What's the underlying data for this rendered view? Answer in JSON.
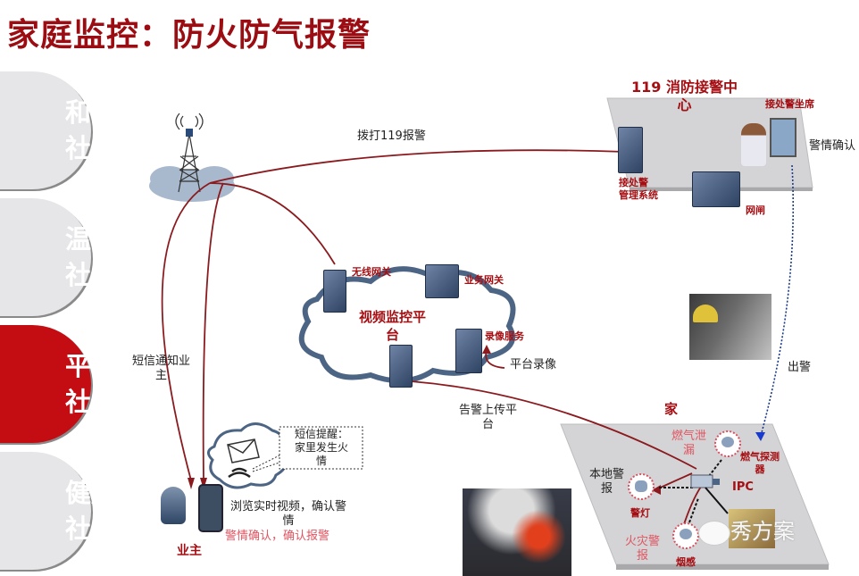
{
  "title": "家庭监控：防火防气报警",
  "sidebar": {
    "tabs": [
      {
        "label_line1": "和谐",
        "label_line2": "社区",
        "active": false
      },
      {
        "label_line1": "温情",
        "label_line2": "社区",
        "active": false
      },
      {
        "label_line1": "平安",
        "label_line2": "社区",
        "active": true
      },
      {
        "label_line1": "健康",
        "label_line2": "社区",
        "active": false
      }
    ]
  },
  "colors": {
    "brand_red": "#9b0d12",
    "active_tab": "#c40d12",
    "inactive_tab": "#e6e6e8",
    "arrow": "#8b1a1f",
    "dotted": "#1a3a8c"
  },
  "fire_center": {
    "title_line1": "119 消防接警中",
    "title_line2": "心",
    "seat": "接处警坐席",
    "mgmt_line1": "接处警",
    "mgmt_line2": "管理系统",
    "gateway": "网闸",
    "confirm": "警情确认"
  },
  "platform": {
    "title_line1": "视频监控平",
    "title_line2": "台",
    "wireless_gw": "无线网关",
    "service_gw": "业务网关",
    "recording": "录像服务",
    "platform_recording": "平台录像"
  },
  "flows": {
    "dial_119": "拨打119报警",
    "sms_notify_line1": "短信通知业",
    "sms_notify_line2": "主",
    "upload_line1": "告警上传平",
    "upload_line2": "台",
    "dispatch": "出警"
  },
  "owner": {
    "sms_line1": "短信提醒：",
    "sms_line2": "家里发生火",
    "sms_line3": "情",
    "browse_line1": "浏览实时视频，确认警",
    "browse_line2": "情",
    "confirm": "警情确认，确认报警",
    "label": "业主"
  },
  "home": {
    "title": "家",
    "gas_leak_line1": "燃气泄",
    "gas_leak_line2": "漏",
    "gas_detector_line1": "燃气探测",
    "gas_detector_line2": "器",
    "local_alarm_line1": "本地警",
    "local_alarm_line2": "报",
    "ipc": "IPC",
    "alarm_light": "警灯",
    "fire_alarm_line1": "火灾警",
    "fire_alarm_line2": "报",
    "smoke_sensor": "烟感"
  },
  "watermark": "秀方案"
}
